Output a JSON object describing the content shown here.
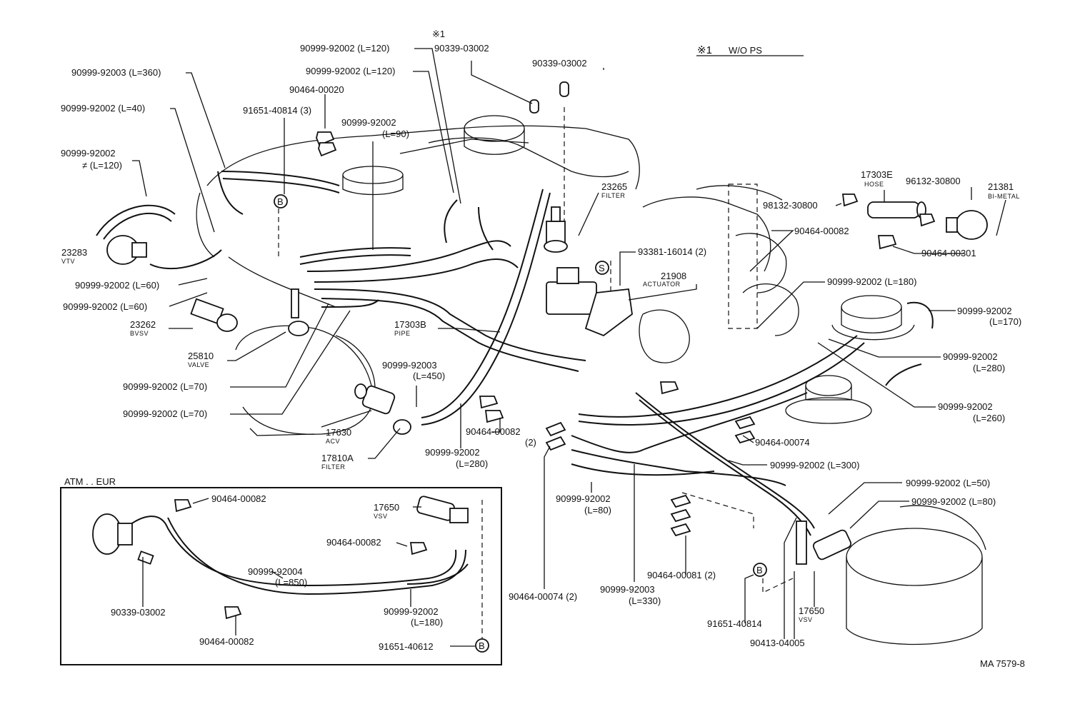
{
  "diagram": {
    "drawing_number": "MA 7579-8",
    "legend": {
      "mark": "※1",
      "text": "W/O PS"
    },
    "inset_title": "ATM . . EUR",
    "circle_mark_b": "B",
    "circle_mark_s": "S",
    "labels": {
      "p01": "90999-92002 (L=120)",
      "p02": "※1",
      "p03": "90339-03002",
      "p04": "90999-92003 (L=360)",
      "p05": "90999-92002 (L=120)",
      "p06": "90339-03002",
      "p07": "90464-00020",
      "p08": "90999-92002 (L=40)",
      "p09": "91651-40814 (3)",
      "p10": "90999-92002",
      "p11": "(L=90)",
      "p12": "90999-92002",
      "p13": "≠ (L=120)",
      "p14": "23265",
      "p15": "FILTER",
      "p16": "17303E",
      "p17": "HOSE",
      "p18": "96132-30800",
      "p19": "21381",
      "p20": "BI-METAL",
      "p21": "98132-30800",
      "p22": "23283",
      "p23": "VTV",
      "p24": "90464-00082",
      "p25": "93381-16014 (2)",
      "p26": "90464-00301",
      "p27": "90999-92002 (L=60)",
      "p28": "21908",
      "p29": "ACTUATOR",
      "p30": "90999-92002 (L=180)",
      "p31": "90999-92002 (L=60)",
      "p32": "90999-92002",
      "p33": "(L=170)",
      "p34": "23262",
      "p35": "BVSV",
      "p36": "17303B",
      "p37": "PIPE",
      "p38": "25810",
      "p39": "VALVE",
      "p40": "90999-92002",
      "p41": "(L=280)",
      "p42": "90999-92003",
      "p43": "(L=450)",
      "p44": "90999-92002 (L=70)",
      "p45": "90999-92002",
      "p46": "(L=260)",
      "p47": "90999-92002 (L=70)",
      "p48": "17630",
      "p49": "ACV",
      "p50": "90464-00082",
      "p51": "(2)",
      "p52": "90464-00074",
      "p53": "17810A",
      "p54": "FILTER",
      "p55": "90999-92002",
      "p56": "(L=280)",
      "p57": "90999-92002 (L=300)",
      "p58": "90464-00082",
      "p59": "17650",
      "p60": "VSV",
      "p61": "90999-92002 (L=50)",
      "p62": "90999-92002",
      "p63": "(L=80)",
      "p64": "90999-92002 (L=80)",
      "p65": "90464-00082",
      "p66": "90999-92004",
      "p67": "(L=850)",
      "p68": "90464-00074 (2)",
      "p69": "90999-92003",
      "p70": "(L=330)",
      "p71": "90464-00081 (2)",
      "p72": "90339-03002",
      "p73": "90999-92002",
      "p74": "(L=180)",
      "p75": "17650",
      "p76": "VSV",
      "p77": "90464-00082",
      "p78": "91651-40814",
      "p79": "91651-40612",
      "p80": "90413-04005"
    }
  }
}
